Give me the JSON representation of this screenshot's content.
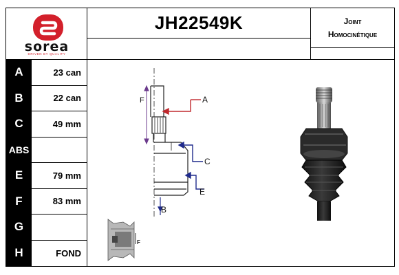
{
  "brand": {
    "logo_text": "sorea",
    "tagline": "DRIVEN BY QUALITY",
    "color": "#d3202b"
  },
  "product": {
    "reference": "JH22549K",
    "type_line1": "Joint",
    "type_line2": "Homocinétique"
  },
  "specs": [
    {
      "letter": "A",
      "value": "23 can"
    },
    {
      "letter": "B",
      "value": "22 can"
    },
    {
      "letter": "C",
      "value": "49 mm"
    },
    {
      "letter": "ABS",
      "value": ""
    },
    {
      "letter": "E",
      "value": "79 mm"
    },
    {
      "letter": "F",
      "value": "83 mm"
    },
    {
      "letter": "G",
      "value": ""
    },
    {
      "letter": "H",
      "value": "FOND"
    }
  ],
  "diagram_labels": {
    "a": "A",
    "b": "B",
    "c": "C",
    "e": "E",
    "f": "F",
    "f_small": "F"
  },
  "colors": {
    "arrow_red": "#c0282d",
    "arrow_blue": "#1f2a8c",
    "dim_purple": "#6b3a8c"
  }
}
